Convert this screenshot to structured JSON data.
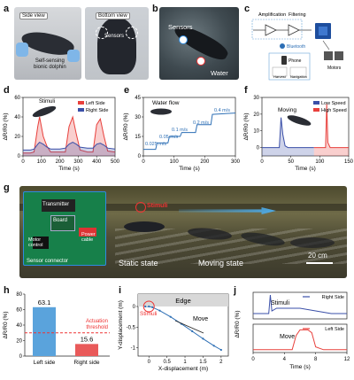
{
  "labels": {
    "a": "a",
    "b": "b",
    "c": "c",
    "d": "d",
    "e": "e",
    "f": "f",
    "g": "g",
    "h": "h",
    "i": "i",
    "j": "j"
  },
  "panel_a": {
    "side_view": "Side view",
    "bottom_view": "Bottom view",
    "dolphin_label": "Self-sensing\nbionic dolphin",
    "sensors": "Sensors"
  },
  "panel_b": {
    "sensors": "Sensors",
    "water": "Water"
  },
  "panel_c": {
    "amplification": "Amplification",
    "filtering": "Filtering",
    "bluetooth": "Bluetooth",
    "phone": "Phone",
    "harvest": "Harvest",
    "navigation": "Navigation",
    "motors": "Motors"
  },
  "panel_g": {
    "transmitter": "Transmitter",
    "board": "Board",
    "motor_control": "Motor\ncontrol",
    "power_cable": "Power\ncable",
    "sensor_connector": "Sensor connector",
    "stimuli": "Stimuli",
    "static_state": "Static state",
    "moving_state": "Moving state",
    "scale": "20 cm"
  },
  "chart_data": [
    {
      "type": "line",
      "panel": "d",
      "xlabel": "Time (s)",
      "ylabel": "ΔR/R0 (%)",
      "xlim": [
        0,
        500
      ],
      "ylim": [
        0,
        60
      ],
      "xticks": [
        0,
        100,
        200,
        300,
        400,
        500
      ],
      "yticks": [
        0,
        20,
        40,
        60
      ],
      "annotations": [
        "Stimuli"
      ],
      "series": [
        {
          "name": "Left Side",
          "color": "#e8403c",
          "x": [
            0,
            40,
            60,
            80,
            90,
            110,
            130,
            150,
            200,
            230,
            250,
            270,
            290,
            310,
            350,
            380,
            400,
            420,
            440,
            460,
            500
          ],
          "y": [
            3,
            3,
            4,
            30,
            40,
            20,
            10,
            4,
            4,
            4,
            30,
            40,
            22,
            6,
            4,
            4,
            32,
            38,
            20,
            5,
            4
          ]
        },
        {
          "name": "Right Side",
          "color": "#3a4fa8",
          "x": [
            0,
            40,
            60,
            80,
            90,
            110,
            130,
            150,
            200,
            230,
            250,
            270,
            290,
            310,
            350,
            380,
            400,
            420,
            440,
            460,
            500
          ],
          "y": [
            6,
            6,
            7,
            12,
            14,
            12,
            9,
            7,
            7,
            8,
            12,
            14,
            12,
            9,
            8,
            8,
            12,
            13,
            11,
            8,
            7
          ]
        }
      ]
    },
    {
      "type": "line",
      "panel": "e",
      "xlabel": "Time (s)",
      "ylabel": "ΔR/R0 (%)",
      "xlim": [
        0,
        300
      ],
      "ylim": [
        0,
        45
      ],
      "xticks": [
        0,
        100,
        200,
        300
      ],
      "yticks": [
        0,
        15,
        30,
        45
      ],
      "annotations": [
        "Water flow",
        "0.025 m/s",
        "0.05 m/s",
        "0.1 m/s",
        "0.2 m/s",
        "0.4 m/s"
      ],
      "series": [
        {
          "name": "",
          "color": "#2d6fb5",
          "x": [
            0,
            20,
            40,
            45,
            80,
            85,
            120,
            125,
            170,
            175,
            220,
            225,
            300
          ],
          "y": [
            5,
            5,
            5,
            10,
            10,
            15,
            15,
            18,
            18,
            24,
            24,
            32,
            33
          ]
        }
      ]
    },
    {
      "type": "line",
      "panel": "f",
      "xlabel": "Time (s)",
      "ylabel": "ΔR/R0 (%)",
      "xlim": [
        0,
        150
      ],
      "ylim": [
        -5,
        30
      ],
      "xticks": [
        0,
        50,
        100,
        150
      ],
      "yticks": [
        0,
        10,
        20,
        30
      ],
      "annotations": [
        "Moving"
      ],
      "series": [
        {
          "name": "Low Speed",
          "color": "#3a4fa8",
          "x": [
            0,
            20,
            30,
            33,
            36,
            40,
            45,
            60,
            90
          ],
          "y": [
            0,
            0,
            0,
            18,
            8,
            1,
            0,
            0,
            0
          ]
        },
        {
          "name": "High Speed",
          "color": "#e8403c",
          "x": [
            90,
            100,
            110,
            112,
            114,
            118,
            125,
            140,
            150
          ],
          "y": [
            0,
            0,
            0,
            26,
            3,
            0,
            0,
            0,
            0
          ]
        }
      ]
    },
    {
      "type": "bar",
      "panel": "h",
      "categories": [
        "Left side",
        "Right side"
      ],
      "values": [
        63.1,
        15.6
      ],
      "colors": [
        "#5aa3dc",
        "#e95a5a"
      ],
      "ylabel": "ΔR/R0 (%)",
      "ylim": [
        0,
        80
      ],
      "yticks": [
        0,
        20,
        40,
        60,
        80
      ],
      "threshold": {
        "value": 30,
        "label": "Actuation\nthreshold",
        "color": "#e33"
      },
      "value_labels": [
        "63.1",
        "15.6"
      ]
    },
    {
      "type": "line",
      "panel": "i",
      "xlabel": "X-displacement (m)",
      "ylabel": "Y-displacement (m)",
      "xlim": [
        -0.3,
        2.2
      ],
      "ylim": [
        -1.2,
        0.3
      ],
      "xticks": [
        0.0,
        0.5,
        1.0,
        1.5,
        2.0
      ],
      "yticks": [
        -1.0,
        -0.5,
        0.0
      ],
      "annotations": [
        "Edge",
        "Stimuli",
        "Move"
      ],
      "series": [
        {
          "name": "",
          "color": "#2d6fb5",
          "x": [
            -0.1,
            0.0,
            0.1,
            0.3,
            0.6,
            0.9,
            1.2,
            1.5,
            1.8,
            2.0
          ],
          "y": [
            0.0,
            0.0,
            -0.02,
            -0.1,
            -0.25,
            -0.42,
            -0.6,
            -0.78,
            -0.95,
            -1.05
          ]
        }
      ]
    },
    {
      "type": "line",
      "panel": "j",
      "xlabel": "Time (s)",
      "ylabel": "ΔR/R0 (%)",
      "xlim": [
        0,
        12
      ],
      "xticks": [
        0,
        4,
        8,
        12
      ],
      "annotations": [
        "Stimuli",
        "Move"
      ],
      "series": [
        {
          "name": "Right Side",
          "color": "#3a4fa8",
          "x": [
            0,
            1,
            2,
            2.2,
            2.4,
            3,
            4,
            6,
            8,
            10,
            12
          ],
          "y": [
            2,
            2,
            2,
            9,
            3,
            4,
            4,
            4,
            3,
            2,
            2
          ]
        },
        {
          "name": "Left Side",
          "color": "#e8403c",
          "x": [
            0,
            2,
            3,
            4,
            5,
            5.5,
            6,
            7,
            7.5,
            8,
            9,
            10,
            12
          ],
          "y": [
            1,
            1,
            1,
            1,
            1,
            6,
            8,
            8,
            7,
            2,
            1,
            1,
            1
          ]
        }
      ]
    }
  ]
}
